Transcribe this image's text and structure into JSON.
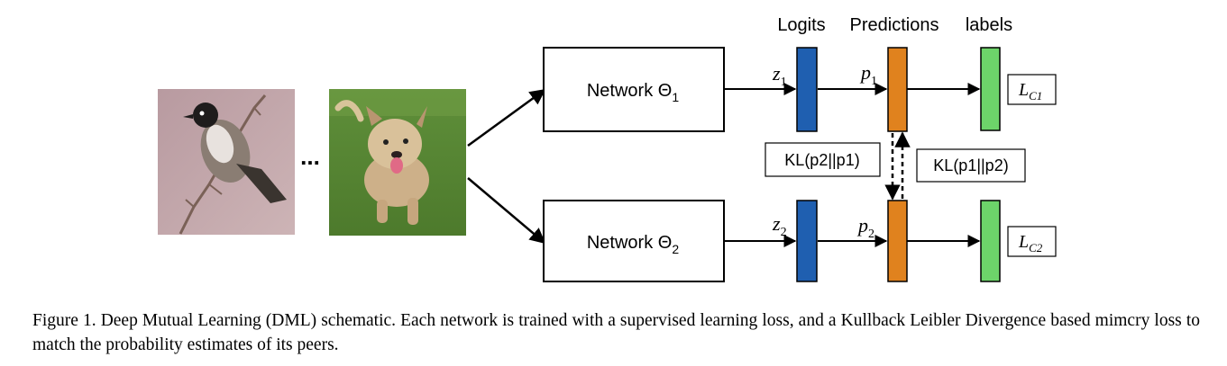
{
  "colors": {
    "logits": "#1f5fb0",
    "predictions": "#e0821e",
    "labels": "#6dd46a"
  },
  "header": {
    "logits": "Logits",
    "predictions": "Predictions",
    "labels": "labels"
  },
  "images": {
    "first": "bird",
    "ellipsis": "...",
    "second": "dog"
  },
  "networks": [
    {
      "label": "Network Θ",
      "subscript": "1",
      "logit_var": "z",
      "logit_sub": "1",
      "pred_var": "p",
      "pred_sub": "1",
      "loss_var": "L",
      "loss_sub": "C1"
    },
    {
      "label": "Network Θ",
      "subscript": "2",
      "logit_var": "z",
      "logit_sub": "2",
      "pred_var": "p",
      "pred_sub": "2",
      "loss_var": "L",
      "loss_sub": "C2"
    }
  ],
  "kl": {
    "left": "KL(p2||p1)",
    "right": "KL(p1||p2)"
  },
  "caption": "Figure 1. Deep Mutual Learning (DML) schematic.  Each network is trained with a supervised learning loss, and a Kullback Leibler Divergence based mimcry loss to match the probability estimates of its peers."
}
